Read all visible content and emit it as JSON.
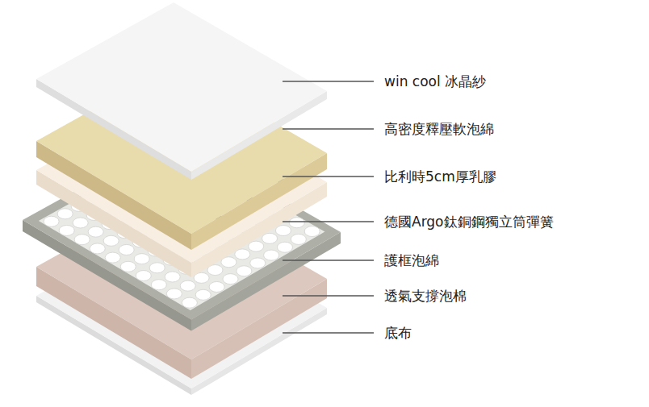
{
  "diagram": {
    "labels": [
      "win cool 冰晶紗",
      "高密度釋壓軟泡綿",
      "比利時5cm厚乳膠",
      "德國Argo鈦銅鋼獨立筒彈簧",
      "護框泡綿",
      "透氣支撐泡棉",
      "底布"
    ]
  }
}
